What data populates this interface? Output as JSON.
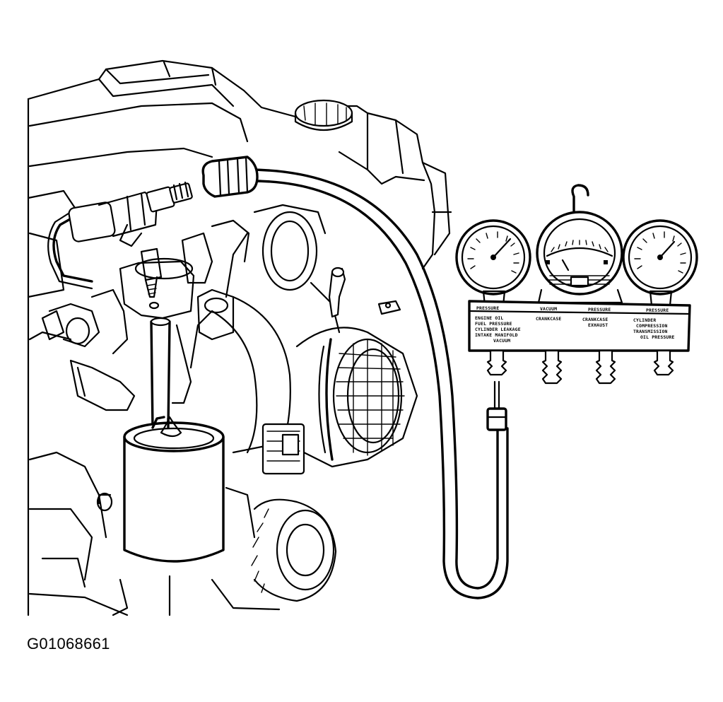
{
  "figure": {
    "id_label": "G01068661"
  },
  "gauge_panel": {
    "headers": [
      "PRESSURE",
      "VACUUM",
      "PRESSURE",
      "PRESSURE"
    ],
    "column_1": [
      "ENGINE OIL",
      "FUEL PRESSURE",
      "CYLINDER LEAKAGE",
      "INTAKE MANIFOLD",
      "VACUUM"
    ],
    "column_2": [
      "CRANKCASE"
    ],
    "column_3": [
      "CRANKCASE",
      "EXHAUST"
    ],
    "column_4": [
      "CYLINDER",
      "COMPRESSION",
      "TRANSMISSION",
      "OIL PRESSURE"
    ]
  },
  "colors": {
    "ink": "#000000",
    "paper": "#ffffff"
  }
}
